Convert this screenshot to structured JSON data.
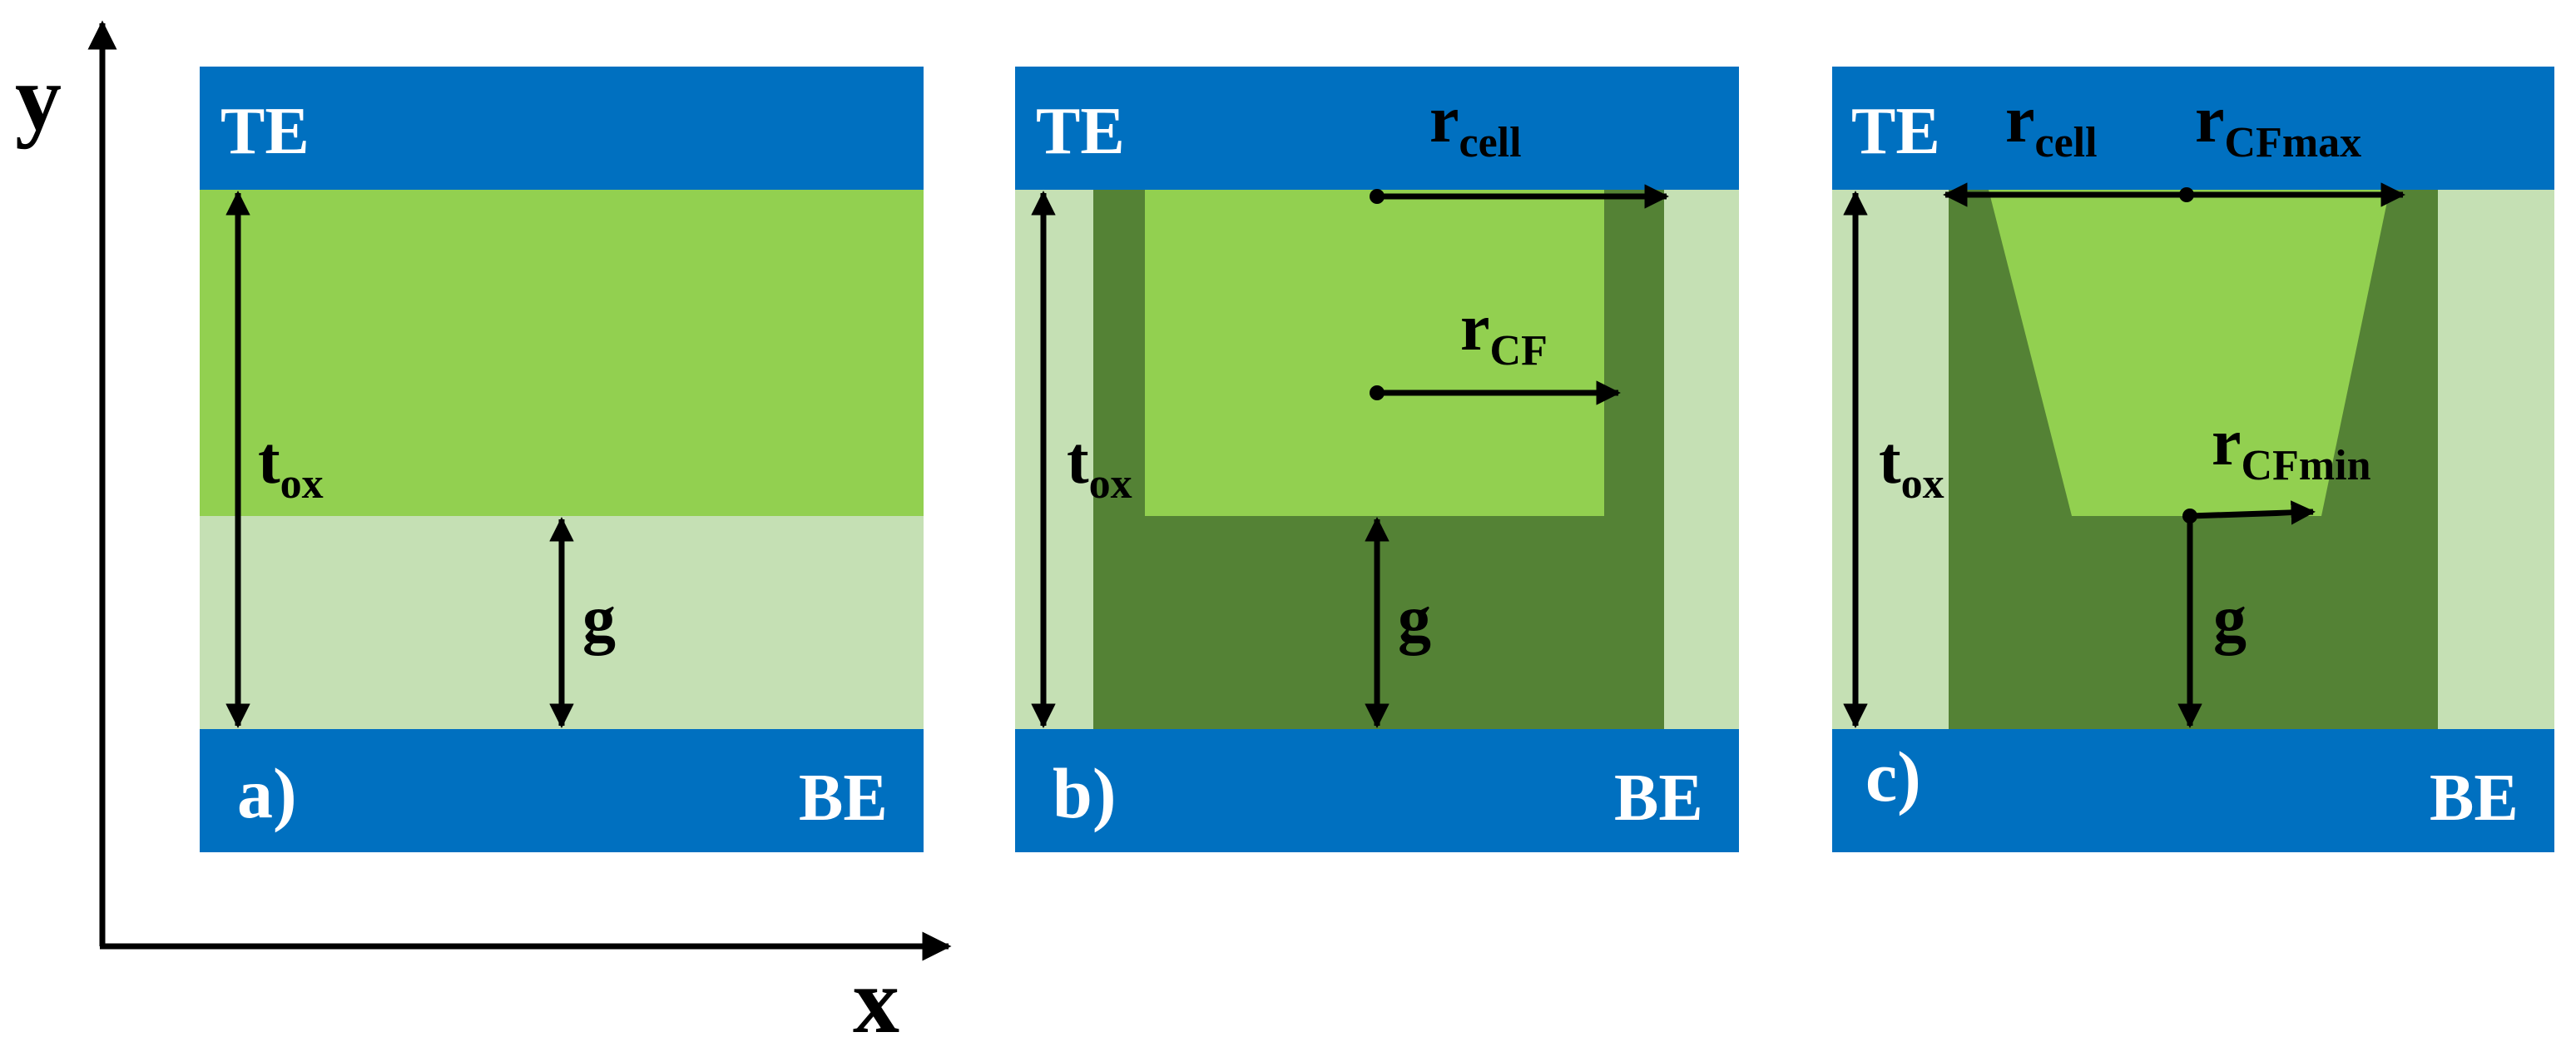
{
  "colors": {
    "electrode": "#0070C0",
    "cf_light": "#92D050",
    "oxide_pale": "#C5E0B4",
    "cf_dark": "#548235",
    "arrow": "#000000"
  },
  "axes": {
    "y_label": "y",
    "x_label": "x"
  },
  "panels": [
    {
      "id": "a",
      "top_electrode": "TE",
      "bottom_electrode": "BE",
      "tag": "a)",
      "labels": {
        "tox": {
          "main": "t",
          "sub": "ox"
        },
        "g": "g"
      }
    },
    {
      "id": "b",
      "top_electrode": "TE",
      "bottom_electrode": "BE",
      "tag": "b)",
      "labels": {
        "tox": {
          "main": "t",
          "sub": "ox"
        },
        "g": "g",
        "r_cell": {
          "main": "r",
          "sub": "cell"
        },
        "r_cf": {
          "main": "r",
          "sub": "CF"
        }
      }
    },
    {
      "id": "c",
      "top_electrode": "TE",
      "bottom_electrode": "BE",
      "tag": "c)",
      "labels": {
        "tox": {
          "main": "t",
          "sub": "ox"
        },
        "g": "g",
        "r_cell": {
          "main": "r",
          "sub": "cell"
        },
        "r_cfmax": {
          "main": "r",
          "sub": "CFmax"
        },
        "r_cfmin": {
          "main": "r",
          "sub": "CFmin"
        }
      }
    }
  ]
}
